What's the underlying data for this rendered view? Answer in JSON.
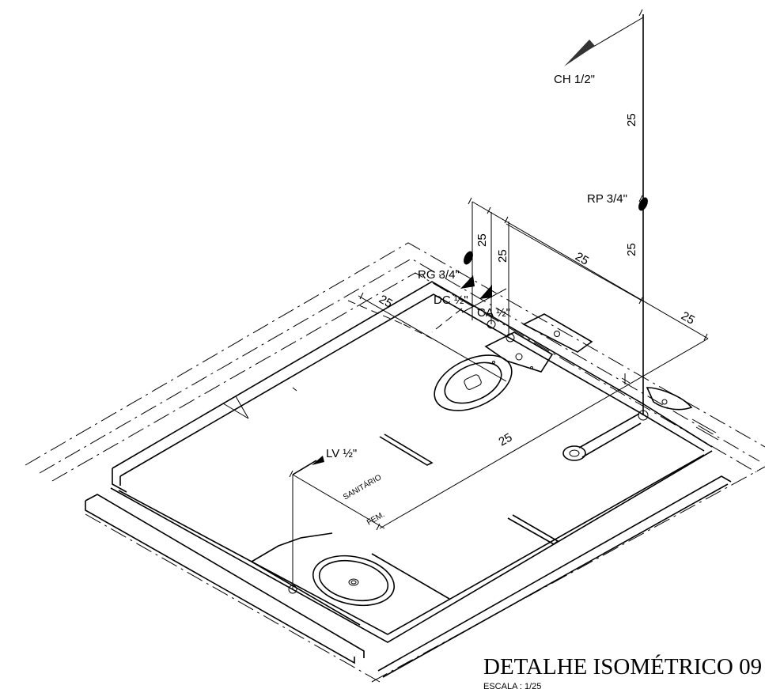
{
  "title": "DETALHE ISOMÉTRICO 09",
  "scale_label": "ESCALA : 1/25",
  "room_label": [
    "SANITÁRIO",
    "FEM."
  ],
  "pipe_labels": {
    "ch": "CH 1/2\"",
    "rp": "RP 3/4\"",
    "rg": "RG 3/4\"",
    "dc": "DC ½\"",
    "ca": "CA ½\"",
    "lv": "LV ½\""
  },
  "dimensions": [
    "25",
    "25",
    "25",
    "25",
    "25",
    "25",
    "25",
    "25"
  ]
}
